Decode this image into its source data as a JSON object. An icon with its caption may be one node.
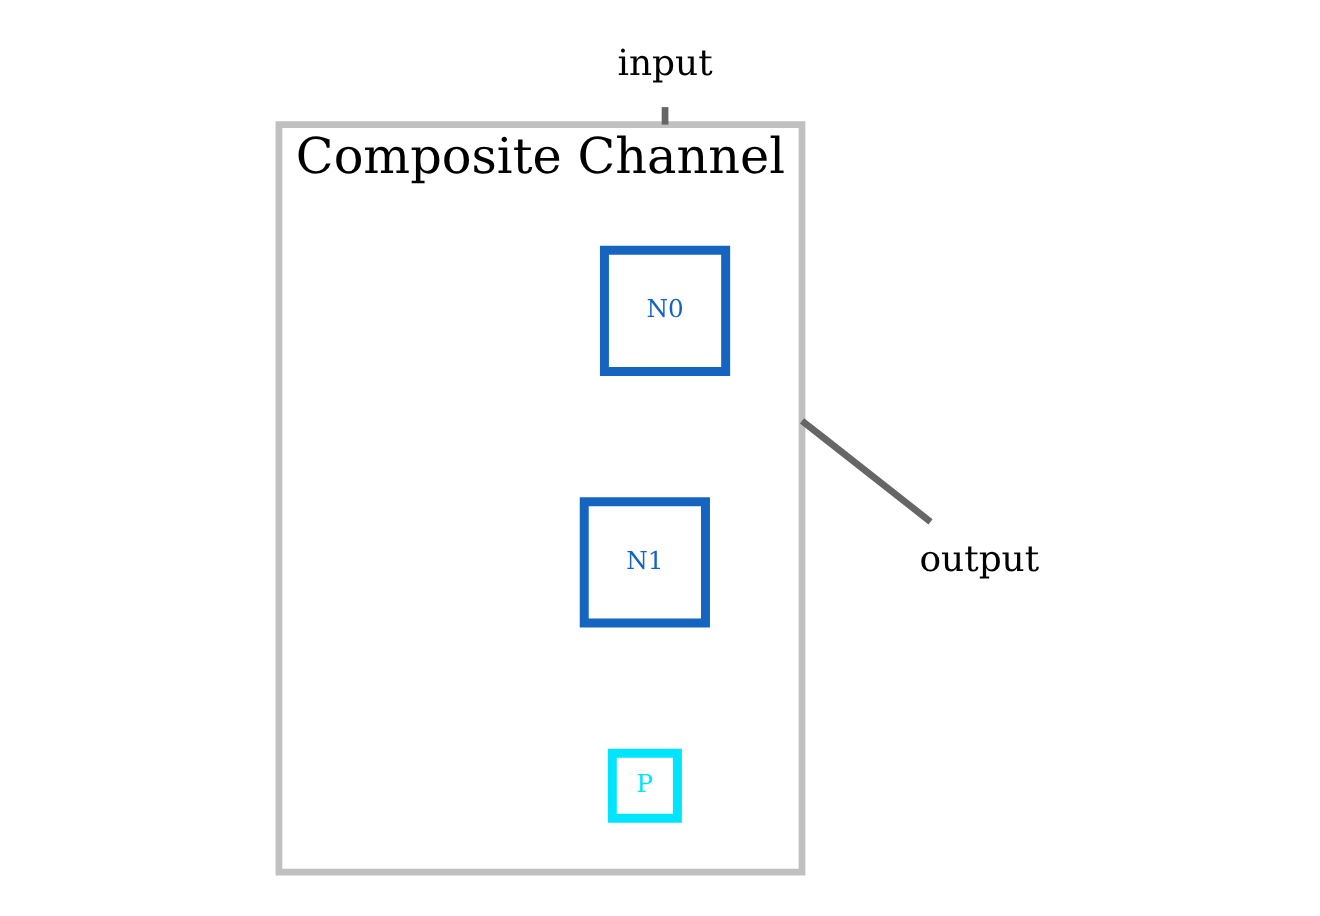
{
  "diagram": {
    "nodes": [
      {
        "text": [
          "Composite Channel"
        ]
      },
      {
        "text": [
          "N0"
        ],
        "in": 0
      },
      {
        "text": [
          "N1"
        ],
        "in": 0
      },
      {
        "text": [
          "P"
        ],
        "in": 0
      },
      {
        "text": [
          "input"
        ]
      },
      {
        "text": [
          "output"
        ]
      }
    ],
    "edges": [
      {
        "from": 4,
        "to": 0,
        "arrow": "none"
      },
      {
        "from": 0,
        "to": 5,
        "arrow": "none"
      }
    ]
  }
}
